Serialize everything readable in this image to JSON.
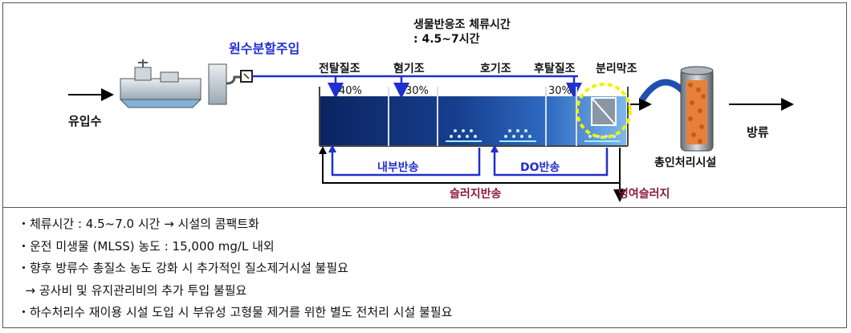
{
  "diagram": {
    "influent_label": "유입수",
    "split_feed_label": "원수분할주입",
    "retention_title_line1": "생물반응조 체류시간",
    "retention_title_line2": ": 4.5~7시간",
    "tank_labels": {
      "pre_anoxic": "전탈질조",
      "anaerobic": "혐기조",
      "aerobic": "호기조",
      "post_anoxic": "후탈질조",
      "membrane": "분리막조"
    },
    "split_ratios": [
      "40%",
      "30%",
      "30%"
    ],
    "internal_return_label": "내부반송",
    "do_return_label": "DO반송",
    "sludge_return_label": "슬러지반송",
    "excess_sludge_label": "잉여슬러지",
    "phosphorus_facility_label": "총인처리시설",
    "effluent_label": "방류",
    "colors": {
      "pipe_blue": "#1f2fd0",
      "return_red": "#8b1a3a",
      "tank_dark": "#0d2a6b",
      "tank_light": "#5fa0e0",
      "highlight_yellow": "#f2f200"
    }
  },
  "bullets": [
    "・체류시간 : 4.5~7.0 시간 → 시설의 콤팩트화",
    "・운전 미생물 (MLSS) 농도 : 15,000 mg/L 내외",
    "・향후 방류수 총질소 농도 강화 시 추가적인 질소제거시설 불필요",
    "  → 공사비 및 유지관리비의 추가 투입 불필요",
    "・하수처리수 재이용 시설 도입 시 부유성 고형물 제거를 위한 별도 전처리 시설 불필요"
  ]
}
